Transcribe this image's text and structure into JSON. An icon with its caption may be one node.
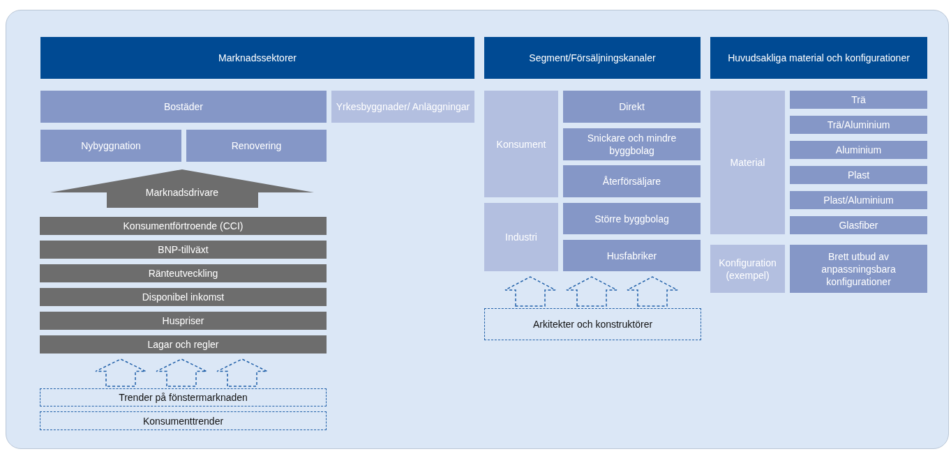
{
  "diagram": {
    "nodes": [
      {
        "text": [
          "Marknadssektorer"
        ]
      },
      {
        "text": [
          "Segment/Försäljningskanaler"
        ]
      },
      {
        "text": [
          "Huvudsakliga material och konfigurationer"
        ]
      },
      {
        "text": [
          "Bostäder"
        ]
      },
      {
        "text": [
          "Yrkesbyggnader/ Anläggningar"
        ]
      },
      {
        "text": [
          "Nybyggnation"
        ]
      },
      {
        "text": [
          "Renovering"
        ]
      },
      {
        "text": [
          "Marknadsdrivare"
        ]
      },
      {
        "text": [
          "Konsumentförtroende (CCI)"
        ]
      },
      {
        "text": [
          "BNP-tillväxt"
        ]
      },
      {
        "text": [
          "Ränteutveckling"
        ]
      },
      {
        "text": [
          "Disponibel inkomst"
        ]
      },
      {
        "text": [
          "Huspriser"
        ]
      },
      {
        "text": [
          "Lagar och regler"
        ]
      },
      {
        "text": [
          "Trender på fönstermarknaden"
        ]
      },
      {
        "text": [
          "Konsumenttrender"
        ]
      },
      {
        "text": [
          "Konsument"
        ]
      },
      {
        "text": [
          "Direkt"
        ]
      },
      {
        "text": [
          "Snickare och mindre byggbolag"
        ]
      },
      {
        "text": [
          "Återförsäljare"
        ]
      },
      {
        "text": [
          "Industri"
        ]
      },
      {
        "text": [
          "Större byggbolag"
        ]
      },
      {
        "text": [
          "Husfabriker"
        ]
      },
      {
        "text": [
          "Arkitekter och konstruktörer"
        ]
      },
      {
        "text": [
          "Material"
        ]
      },
      {
        "text": [
          "Trä"
        ]
      },
      {
        "text": [
          "Trä/Aluminium"
        ]
      },
      {
        "text": [
          "Aluminium"
        ]
      },
      {
        "text": [
          "Plast"
        ]
      },
      {
        "text": [
          "Plast/Aluminium"
        ]
      },
      {
        "text": [
          "Glasfiber"
        ]
      },
      {
        "text": [
          "Konfiguration (exempel)"
        ]
      },
      {
        "text": [
          "Brett utbud av anpassningsbara konfigurationer"
        ]
      }
    ],
    "edges": [
      {
        "from": 14,
        "to": 13,
        "arrow": "to",
        "style": "dashed"
      },
      {
        "from": 14,
        "to": 13,
        "arrow": "to",
        "style": "dashed"
      },
      {
        "from": 14,
        "to": 13,
        "arrow": "to",
        "style": "dashed"
      },
      {
        "from": 23,
        "to": 20,
        "arrow": "to",
        "style": "dashed"
      },
      {
        "from": 23,
        "to": 22,
        "arrow": "to",
        "style": "dashed"
      },
      {
        "from": 23,
        "to": 22,
        "arrow": "to",
        "style": "dashed"
      }
    ]
  }
}
